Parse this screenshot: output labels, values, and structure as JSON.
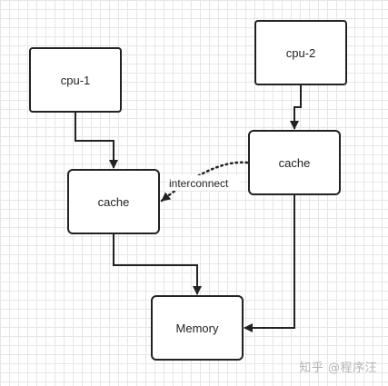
{
  "nodes": {
    "cpu1": "cpu-1",
    "cpu2": "cpu-2",
    "cache_left": "cache",
    "cache_right": "cache",
    "memory": "Memory"
  },
  "edges": {
    "interconnect_label": "interconnect"
  },
  "watermark": "知乎 @程序汪",
  "colors": {
    "stroke": "#222222",
    "grid": "#e6e6e6",
    "background": "#ffffff"
  }
}
